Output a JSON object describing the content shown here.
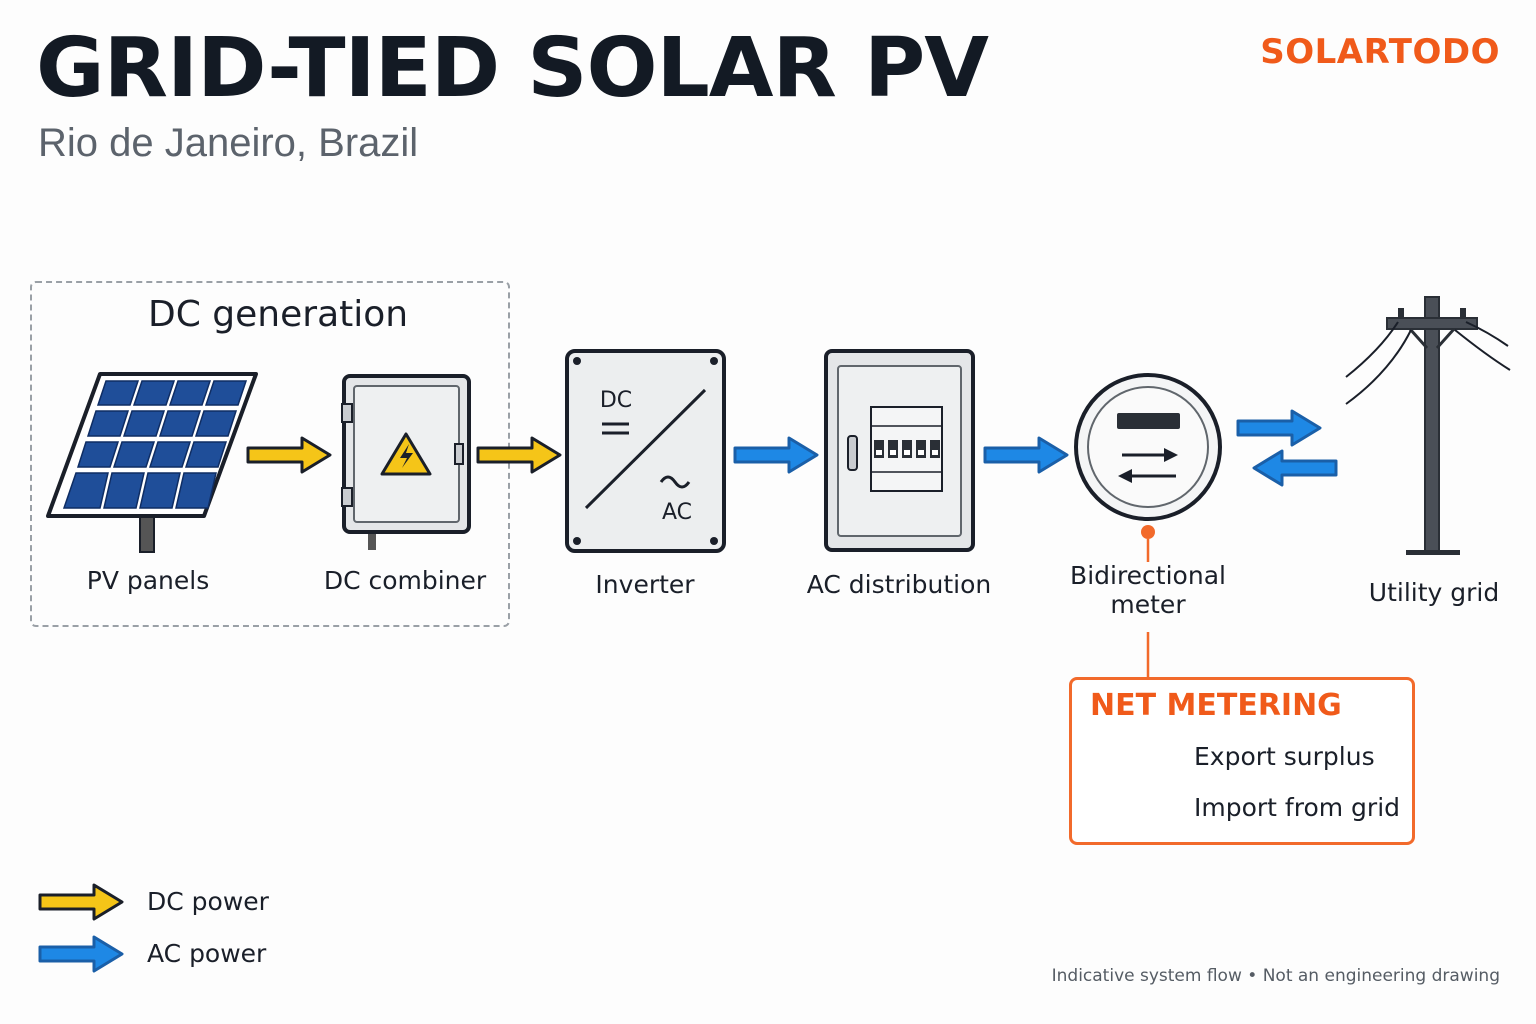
{
  "header": {
    "title": "GRID-TIED SOLAR PV",
    "subtitle": "Rio de Janeiro, Brazil",
    "brand": "SOLARTODO"
  },
  "dc_group": {
    "label": "DC generation"
  },
  "components": {
    "pv_panels": "PV panels",
    "dc_combiner": "DC combiner",
    "inverter": "Inverter",
    "inverter_dc": "DC",
    "inverter_ac": "AC",
    "ac_distribution": "AC distribution",
    "meter_line1": "Bidirectional",
    "meter_line2": "meter",
    "utility_grid": "Utility grid"
  },
  "net_metering": {
    "title": "NET METERING",
    "export": "Export surplus",
    "import": "Import from grid"
  },
  "legend": {
    "dc": "DC power",
    "ac": "AC power"
  },
  "colors": {
    "dc_arrow": "#f5c518",
    "ac_arrow": "#1e88e5",
    "accent": "#f05a1a"
  },
  "footnote": "Indicative system flow • Not an engineering drawing"
}
